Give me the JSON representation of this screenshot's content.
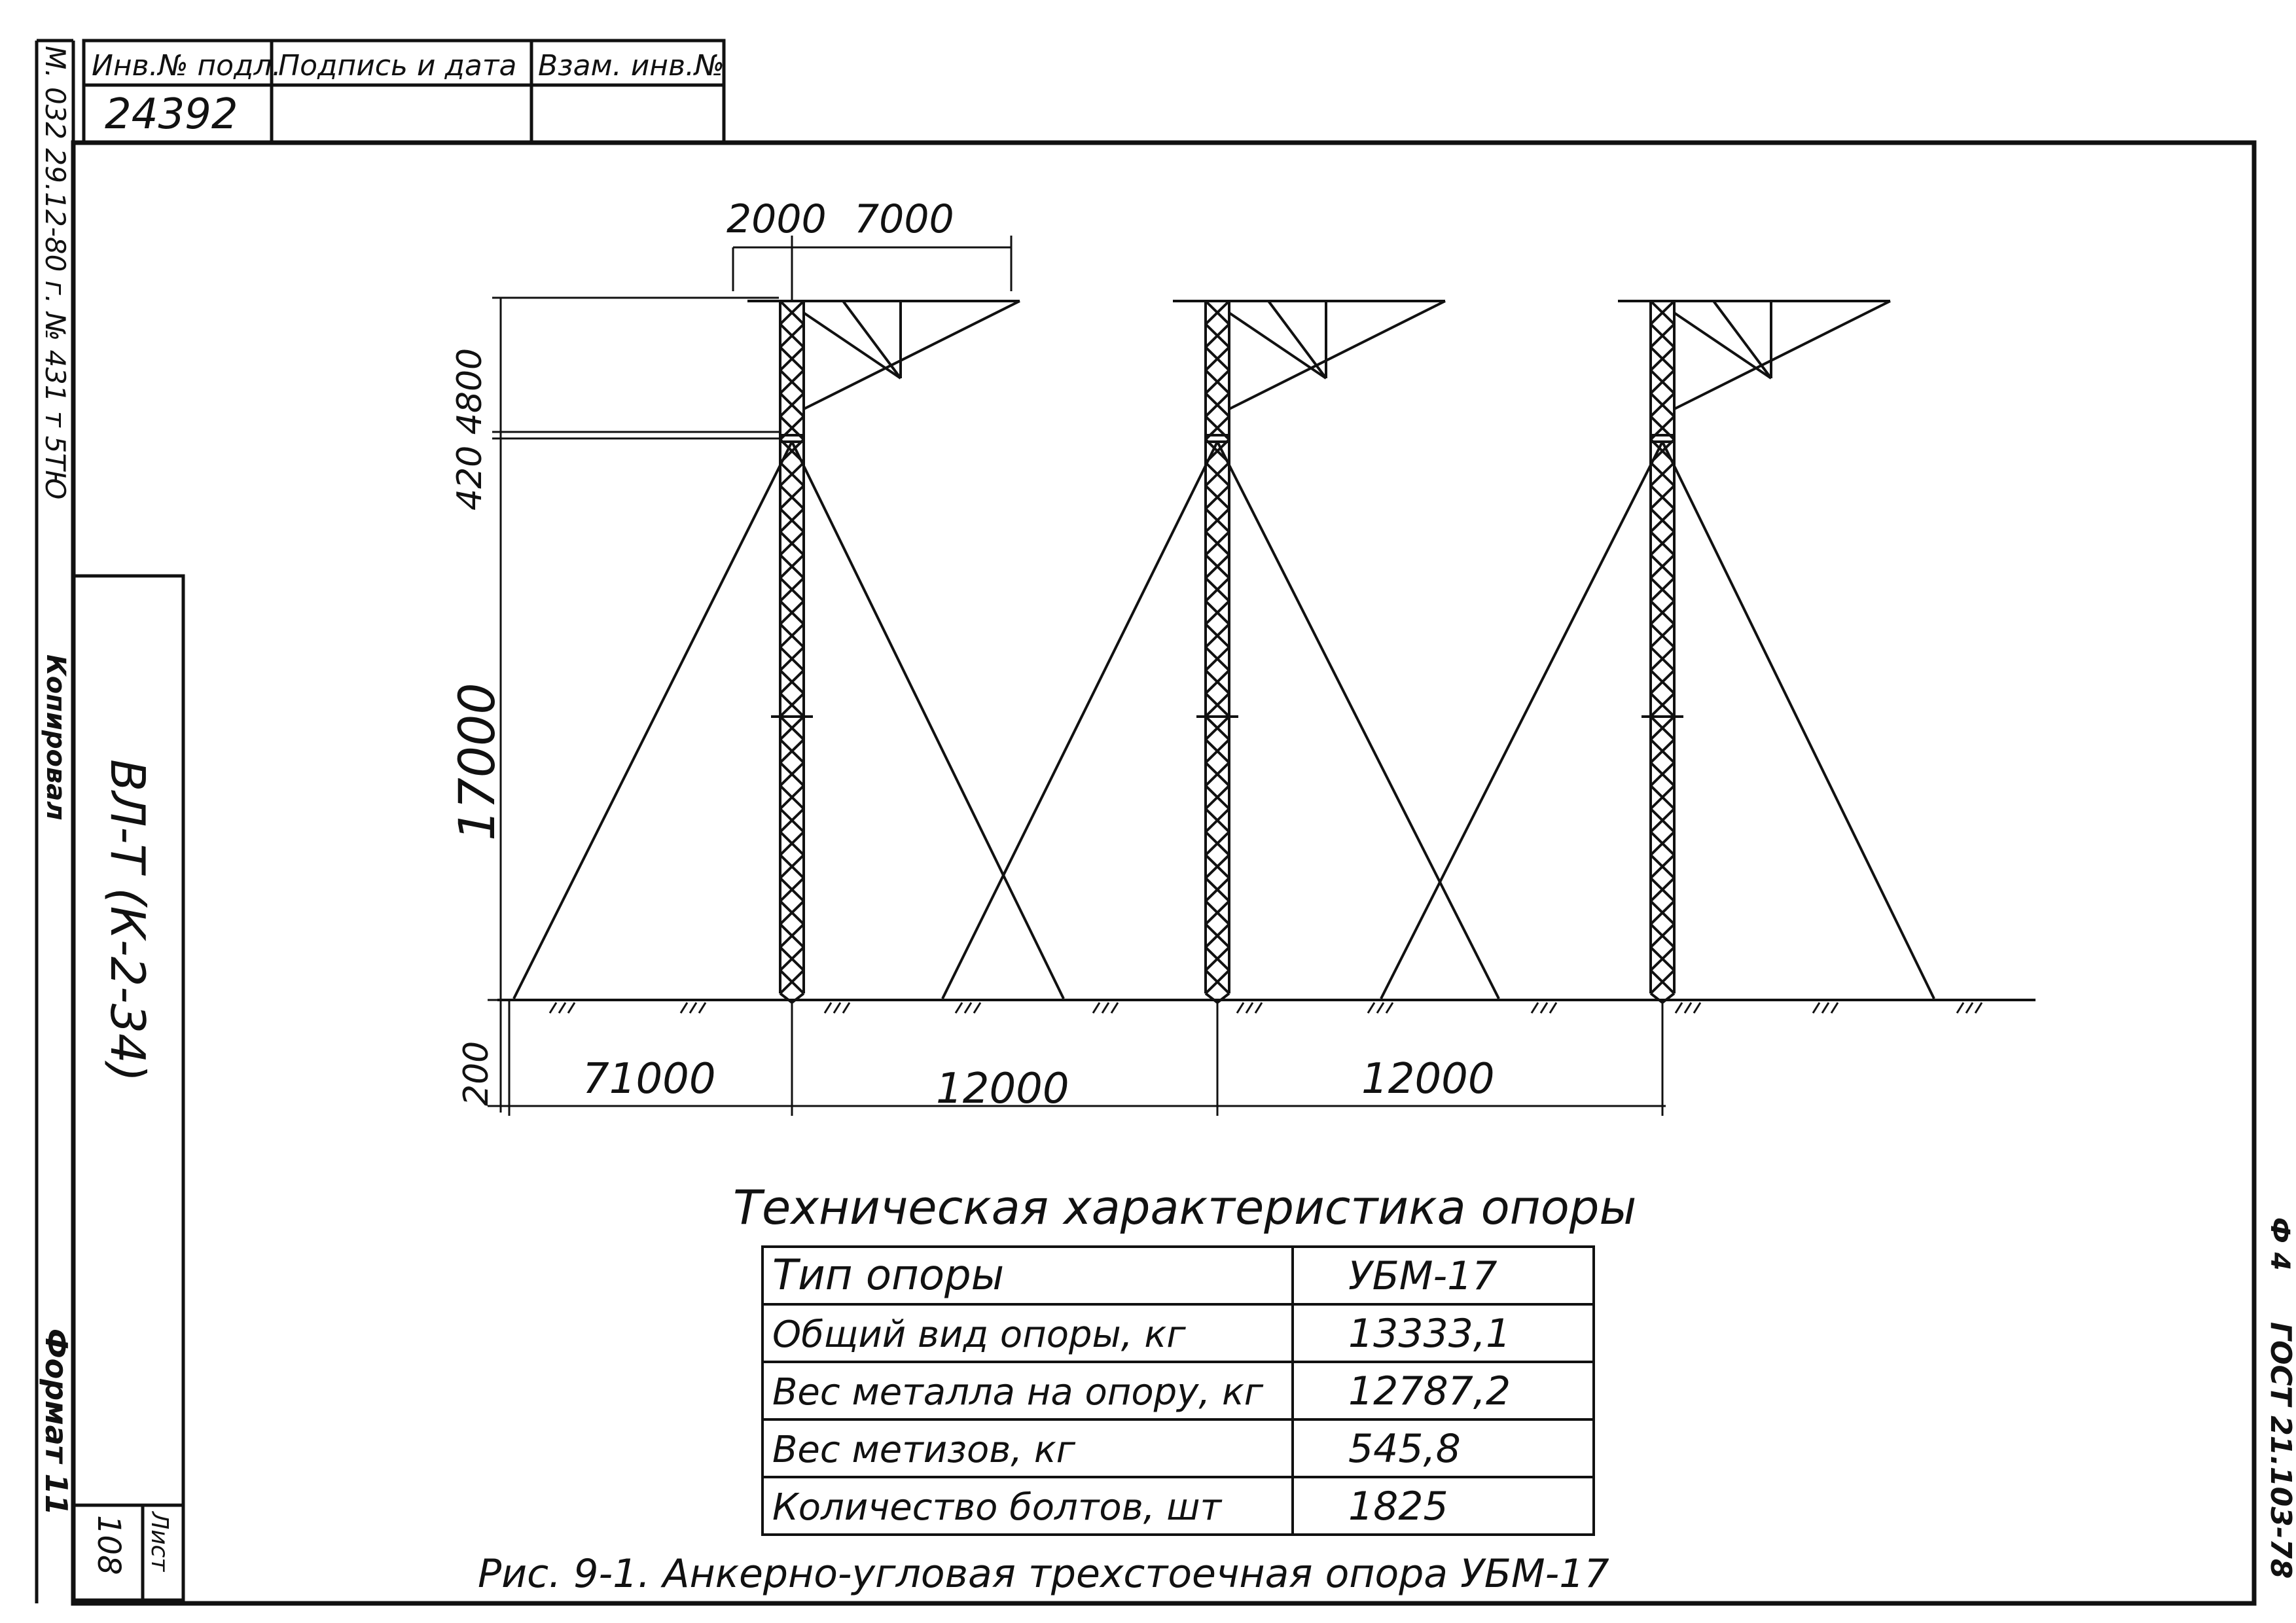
{
  "stamp": {
    "headers": [
      "Инв.№ подл.",
      "Подпись и дата",
      "Взам. инв.№"
    ],
    "inv_number": "24392",
    "date_value": "",
    "replace_value": ""
  },
  "side": {
    "vertical_code": "М. 032  29.12-80 г. № 431 т 5ТЮ",
    "copied": "Копировал",
    "format": "Формат 11",
    "project": "ВЛ-Т (К-2-34)",
    "sheet_label": "Лист",
    "sheet_number": "108",
    "right_code": "ГОСТ 21.103-78",
    "right_form": "Ф 4"
  },
  "drawing": {
    "top_dims": [
      "2000",
      "7000"
    ],
    "left_dims_top": "420 4800",
    "left_dim_mid": "17000",
    "left_dim_bottom": "200",
    "bottom_dims": [
      "71000",
      "12000",
      "12000"
    ]
  },
  "table": {
    "title": "Техническая характеристика опоры",
    "rows": [
      {
        "label": "Тип опоры",
        "value": "УБМ-17"
      },
      {
        "label": "Общий вид опоры, кг",
        "value": "13333,1"
      },
      {
        "label": "Вес металла на опору, кг",
        "value": "12787,2"
      },
      {
        "label": "Вес метизов, кг",
        "value": "545,8"
      },
      {
        "label": "Количество болтов, шт",
        "value": "1825"
      }
    ]
  },
  "caption": "Рис. 9-1. Анкерно-угловая трехстоечная опора УБМ-17"
}
